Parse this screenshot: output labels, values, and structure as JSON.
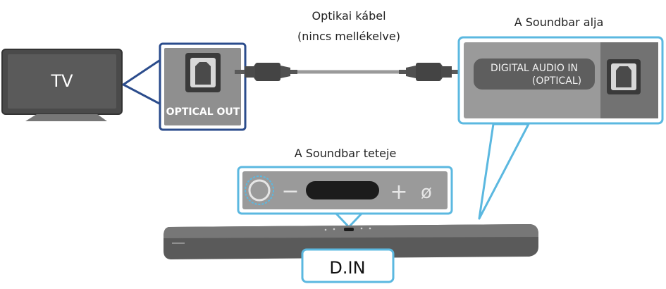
{
  "labels": {
    "tv": "TV",
    "optical_out": "OPTICAL OUT",
    "cable_line1": "Optikai kábel",
    "cable_line2": "(nincs mellékelve)",
    "soundbar_bottom": "A Soundbar alja",
    "digital_audio_in_line1": "DIGITAL AUDIO IN",
    "digital_audio_in_line2": "(OPTICAL)",
    "soundbar_top": "A Soundbar teteje",
    "minus": "−",
    "plus": "+",
    "mic": "ø",
    "din": "D.IN"
  },
  "colors": {
    "callout_blue": "#5bb8e0",
    "tv_border_blue": "#2b4c8c",
    "panel_gray": "#9a9a9a",
    "panel_dark": "#6f6f6f",
    "device_dark": "#454545",
    "soundbar_dark": "#555555"
  },
  "icons": {
    "optical_port": "optical-port-icon",
    "power_button": "power-button-icon"
  }
}
